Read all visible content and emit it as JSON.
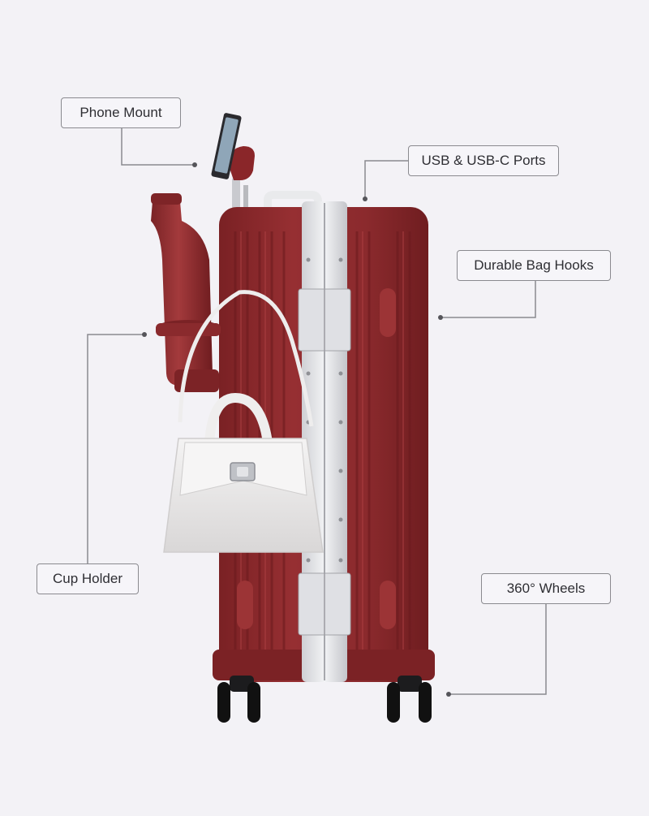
{
  "callouts": {
    "phone_mount": "Phone Mount",
    "usb_ports": "USB & USB-C Ports",
    "bag_hooks": "Durable Bag Hooks",
    "cup_holder": "Cup Holder",
    "wheels": "360° Wheels"
  },
  "colors": {
    "background": "#f3f2f6",
    "suitcase_body": "#8e2a2d",
    "frame": "#e6e7ea",
    "bag": "#eceaea",
    "wheels": "#111111"
  },
  "icons": [
    "suitcase-icon",
    "water-bottle-icon",
    "phone-icon",
    "handbag-icon",
    "wheel-icon"
  ]
}
